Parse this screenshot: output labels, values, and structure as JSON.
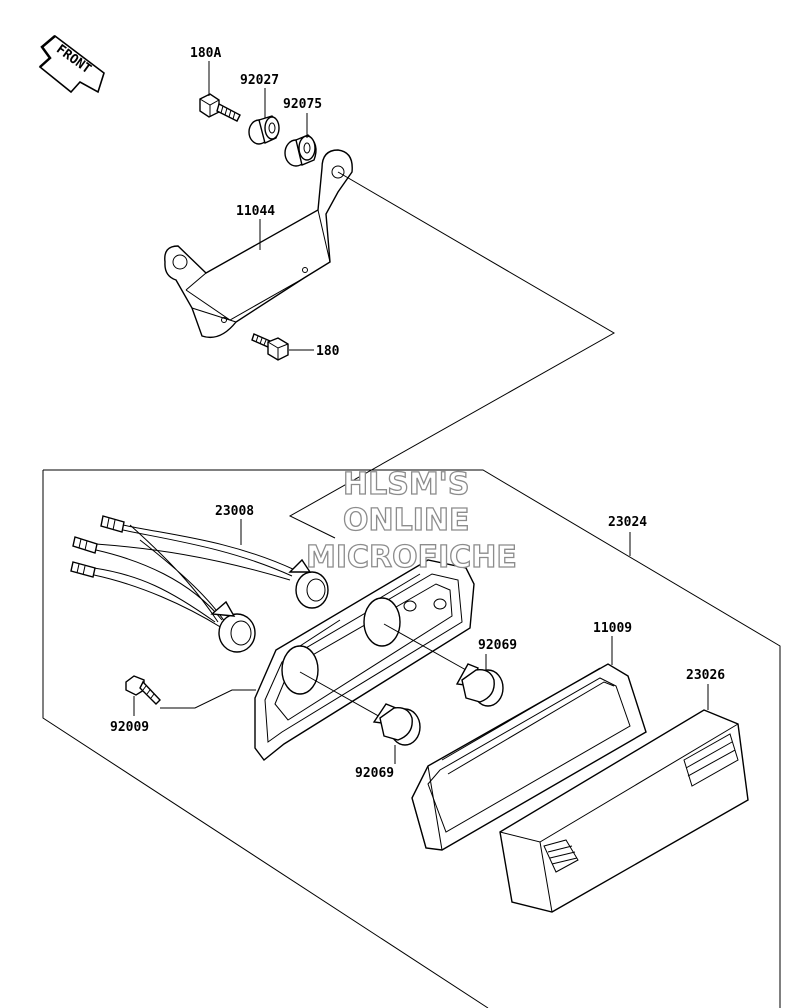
{
  "front_arrow": {
    "label": "FRONT"
  },
  "watermark": {
    "lines": [
      "HLSM'S",
      "ONLINE",
      "MICROFICHE"
    ]
  },
  "parts": {
    "p180a": "180A",
    "p92027": "92027",
    "p92075": "92075",
    "p11044": "11044",
    "p180": "180",
    "p23008": "23008",
    "p23024": "23024",
    "p92069a": "92069",
    "p92069b": "92069",
    "p11009": "11009",
    "p23026": "23026",
    "p92009": "92009"
  },
  "colors": {
    "line": "#000000",
    "watermark_outline": "#8c8c8c",
    "background": "#ffffff"
  }
}
